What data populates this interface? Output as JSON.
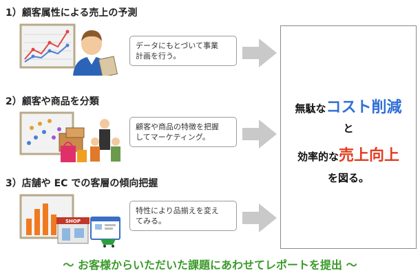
{
  "sections": [
    {
      "heading": "1）顧客属性による売上の予測",
      "note": [
        "データにもとづいて事業",
        "計画を行う。"
      ]
    },
    {
      "heading": "2）顧客や商品を分類",
      "note": [
        "顧客や商品の特徴を把握",
        "してマーケティング。"
      ]
    },
    {
      "heading": "3）店舗や EC での客層の傾向把握",
      "note": [
        "特性により品揃えを変え",
        "てみる。"
      ]
    }
  ],
  "shop_sign": "SHOP",
  "summary": {
    "line1_prefix": "無駄な",
    "line1_highlight": "コスト削減",
    "connector": "と",
    "line2_prefix": "効率的な",
    "line2_highlight": "売上向上",
    "line3": "を図る。"
  },
  "footer": "～ お客様からいただいた課題にあわせてレポートを提出 ～",
  "colors": {
    "highlight_blue": "#2f6fd6",
    "highlight_red": "#e33b1f",
    "footer_green": "#3a9a2a",
    "arrow_gray": "#c9c9c9"
  }
}
